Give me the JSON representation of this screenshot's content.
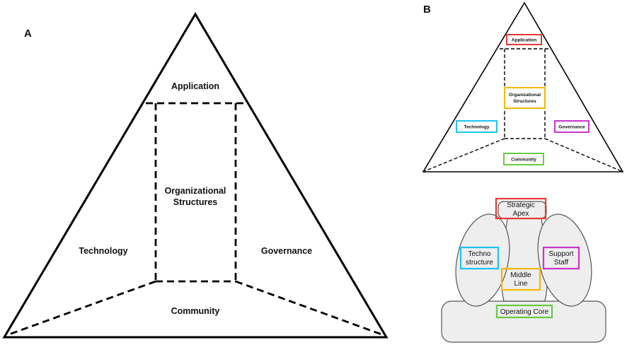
{
  "panel_a": {
    "letter": "A",
    "labels": {
      "application": "Application",
      "org_line1": "Organizational",
      "org_line2": "Structures",
      "technology": "Technology",
      "governance": "Governance",
      "community": "Community"
    }
  },
  "panel_b": {
    "letter": "B",
    "labels": {
      "application": "Application",
      "org_line1": "Organizational",
      "org_line2": "Structures",
      "technology": "Technology",
      "governance": "Governance",
      "community": "Community"
    },
    "colors": {
      "application": "#e53935",
      "org": "#f5b800",
      "technology": "#1ec3ee",
      "governance": "#cc33cc",
      "community": "#66cc44"
    }
  },
  "mintzberg": {
    "strategic_line1": "Strategic",
    "strategic_line2": "Apex",
    "techno_line1": "Techno",
    "techno_line2": "structure",
    "support_line1": "Support",
    "support_line2": "Staff",
    "middle_line1": "Middle",
    "middle_line2": "Line",
    "operating": "Operating Core",
    "colors": {
      "strategic": "#e53935",
      "techno": "#1ec3ee",
      "support": "#cc33cc",
      "middle": "#f5b800",
      "operating": "#66cc44",
      "shape_fill": "#eeeeee",
      "shape_stroke": "#555555"
    }
  }
}
